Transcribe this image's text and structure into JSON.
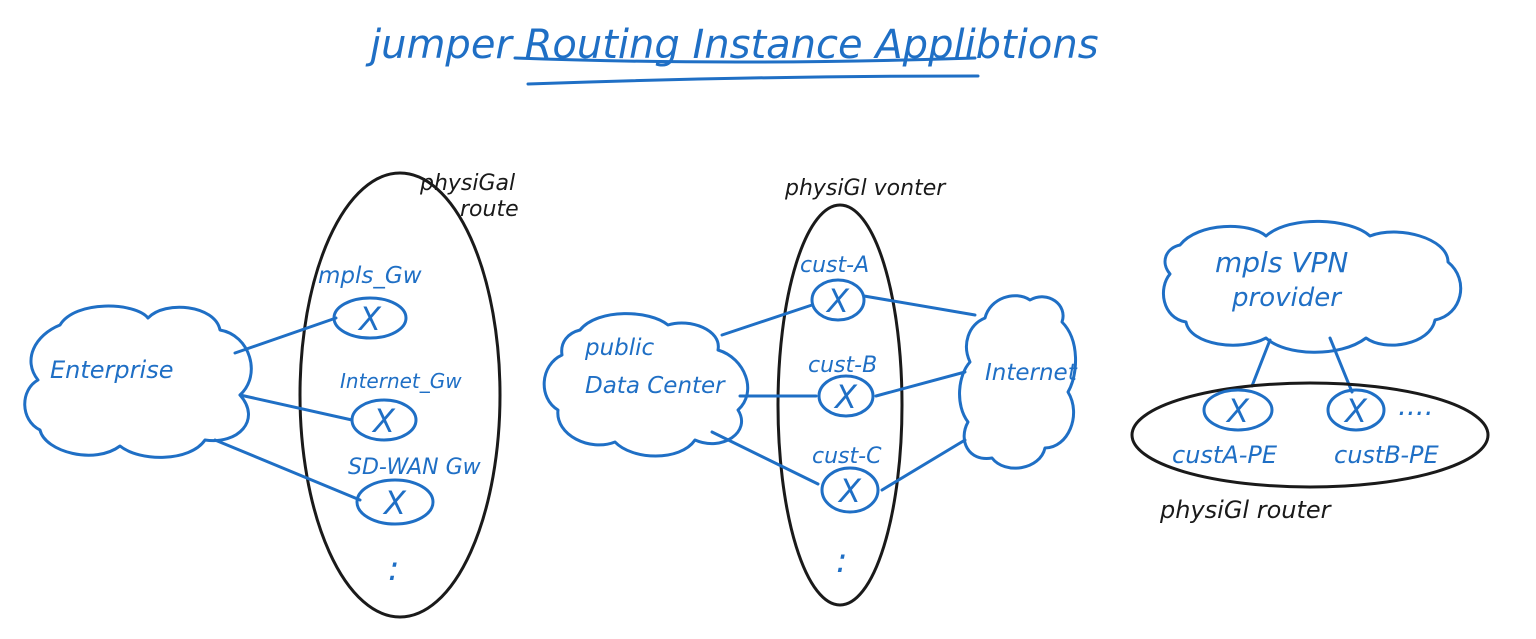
{
  "title": "jumper Routing Instance Applibtions",
  "colors": {
    "blue_ink": "#1f6fc5",
    "black_ink": "#1a1a1a",
    "background": "#ffffff"
  },
  "diagram1": {
    "router_label_line1": "physiGal",
    "router_label_line2": "route",
    "cloud_label": "Enterprise",
    "instances": [
      "mpls_Gw",
      "Internet_Gw",
      "SD-WAN Gw"
    ],
    "continuation": ":"
  },
  "diagram2": {
    "router_label": "physiGl vonter",
    "left_cloud_line1": "public",
    "left_cloud_line2": "Data Center",
    "right_cloud_label": "Internet",
    "instances": [
      "cust-A",
      "cust-B",
      "cust-C"
    ],
    "continuation": ":"
  },
  "diagram3": {
    "cloud_line1": "mpls VPN",
    "cloud_line2": "provider",
    "instances": [
      "custA-PE",
      "custB-PE"
    ],
    "continuation": "....",
    "router_label": "physiGl router"
  }
}
